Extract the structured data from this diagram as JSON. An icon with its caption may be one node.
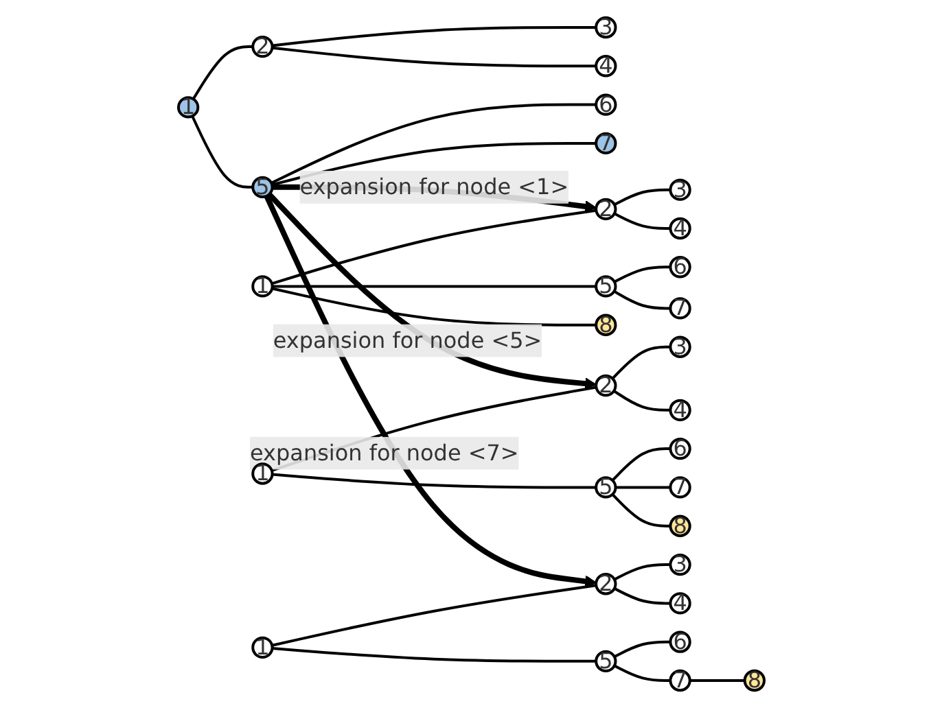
{
  "diagram": {
    "nodes": [
      {
        "text": [
          "1"
        ]
      },
      {
        "text": [
          "2"
        ]
      },
      {
        "text": [
          "5"
        ]
      },
      {
        "text": [
          "3"
        ]
      },
      {
        "text": [
          "4"
        ]
      },
      {
        "text": [
          "6"
        ]
      },
      {
        "text": [
          "7"
        ]
      },
      {
        "text": [
          "1"
        ]
      },
      {
        "text": [
          "2"
        ]
      },
      {
        "text": [
          "5"
        ]
      },
      {
        "text": [
          "8"
        ]
      },
      {
        "text": [
          "3"
        ]
      },
      {
        "text": [
          "4"
        ]
      },
      {
        "text": [
          "6"
        ]
      },
      {
        "text": [
          "7"
        ]
      },
      {
        "text": [
          "1"
        ]
      },
      {
        "text": [
          "2"
        ]
      },
      {
        "text": [
          "5"
        ]
      },
      {
        "text": [
          "3"
        ]
      },
      {
        "text": [
          "4"
        ]
      },
      {
        "text": [
          "6"
        ]
      },
      {
        "text": [
          "7"
        ]
      },
      {
        "text": [
          "8"
        ]
      },
      {
        "text": [
          "1"
        ]
      },
      {
        "text": [
          "2"
        ]
      },
      {
        "text": [
          "5"
        ]
      },
      {
        "text": [
          "3"
        ]
      },
      {
        "text": [
          "4"
        ]
      },
      {
        "text": [
          "6"
        ]
      },
      {
        "text": [
          "7"
        ]
      },
      {
        "text": [
          "8"
        ]
      }
    ],
    "edges": [
      {
        "from": 0,
        "to": 1,
        "arrow": "none"
      },
      {
        "from": 0,
        "to": 2,
        "arrow": "none"
      },
      {
        "from": 1,
        "to": 3,
        "arrow": "none"
      },
      {
        "from": 1,
        "to": 4,
        "arrow": "none"
      },
      {
        "from": 2,
        "to": 5,
        "arrow": "none"
      },
      {
        "from": 2,
        "to": 6,
        "arrow": "none"
      },
      {
        "from": 2,
        "to": 8,
        "arrow": "to",
        "label": "expansion for node <1>",
        "style": "thick"
      },
      {
        "from": 2,
        "to": 16,
        "arrow": "to",
        "label": "expansion for node <5>",
        "style": "thick"
      },
      {
        "from": 2,
        "to": 24,
        "arrow": "to",
        "label": "expansion for node <7>",
        "style": "thick"
      },
      {
        "from": 7,
        "to": 8,
        "arrow": "none"
      },
      {
        "from": 7,
        "to": 9,
        "arrow": "none"
      },
      {
        "from": 7,
        "to": 10,
        "arrow": "none"
      },
      {
        "from": 8,
        "to": 11,
        "arrow": "none"
      },
      {
        "from": 8,
        "to": 12,
        "arrow": "none"
      },
      {
        "from": 9,
        "to": 13,
        "arrow": "none"
      },
      {
        "from": 9,
        "to": 14,
        "arrow": "none"
      },
      {
        "from": 15,
        "to": 16,
        "arrow": "none"
      },
      {
        "from": 15,
        "to": 17,
        "arrow": "none"
      },
      {
        "from": 16,
        "to": 18,
        "arrow": "none"
      },
      {
        "from": 16,
        "to": 19,
        "arrow": "none"
      },
      {
        "from": 17,
        "to": 20,
        "arrow": "none"
      },
      {
        "from": 17,
        "to": 21,
        "arrow": "none"
      },
      {
        "from": 17,
        "to": 22,
        "arrow": "none"
      },
      {
        "from": 23,
        "to": 24,
        "arrow": "none"
      },
      {
        "from": 23,
        "to": 25,
        "arrow": "none"
      },
      {
        "from": 24,
        "to": 26,
        "arrow": "none"
      },
      {
        "from": 24,
        "to": 27,
        "arrow": "none"
      },
      {
        "from": 25,
        "to": 28,
        "arrow": "none"
      },
      {
        "from": 25,
        "to": 29,
        "arrow": "none"
      },
      {
        "from": 29,
        "to": 30,
        "arrow": "none"
      }
    ]
  }
}
